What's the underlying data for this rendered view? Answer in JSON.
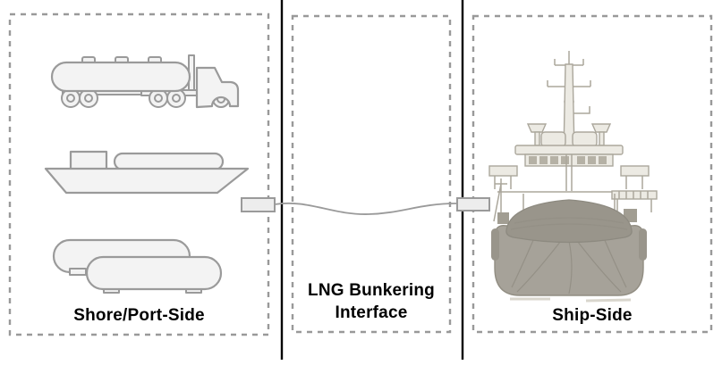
{
  "zones": {
    "shore": {
      "label": "Shore/Port-Side"
    },
    "interface": {
      "label_line1": "LNG Bunkering",
      "label_line2": "Interface"
    },
    "ship": {
      "label": "Ship-Side"
    }
  },
  "illustrations": {
    "tanker_truck": "lng-tanker-truck-icon",
    "bunker_vessel": "lng-bunker-barge-icon",
    "storage_tanks": "lng-storage-tanks-icon",
    "hose": "bunkering-hose-icon",
    "left_connector": "shore-side-connector",
    "right_connector": "ship-side-connector",
    "receiving_ship": "lng-fuelled-ship-bow-icon"
  },
  "colors": {
    "dashed_border": "#999999",
    "divider": "#000000",
    "equipment_fill": "#f3f3f3",
    "equipment_stroke": "#9a9a9a",
    "hose": "#9a9a9a",
    "ship_linework": "#aba79c",
    "ship_hull": "#a6a299",
    "ship_fender": "#99958b",
    "label_text": "#000000"
  }
}
